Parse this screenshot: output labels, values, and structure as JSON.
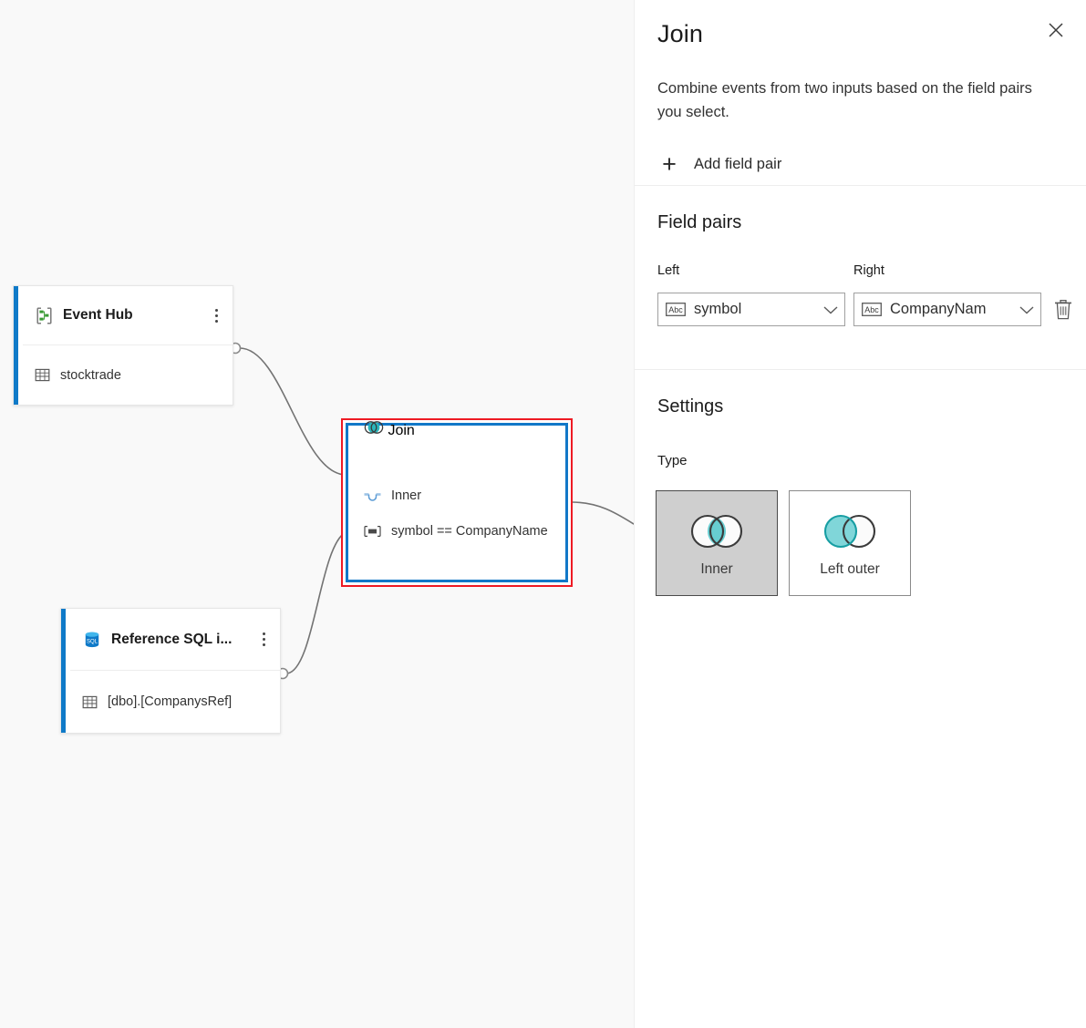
{
  "canvas": {
    "nodes": [
      {
        "id": "event-hub",
        "title": "Event Hub",
        "icon": "event-hub-icon",
        "row_icon": "table-icon",
        "row_text": "stocktrade"
      },
      {
        "id": "reference-sql",
        "title": "Reference SQL i...",
        "icon": "sql-database-icon",
        "row_icon": "table-icon",
        "row_text": "[dbo].[CompanysRef]"
      },
      {
        "id": "join",
        "title": "Join",
        "icon": "join-venn-icon",
        "rows": [
          {
            "icon": "join-type-icon",
            "text": "Inner"
          },
          {
            "icon": "condition-icon",
            "text": "symbol == CompanyName"
          }
        ],
        "selected": true
      }
    ],
    "colors": {
      "canvas_background": "#f9f9f9",
      "node_accent": "#0f7ac8",
      "selection_outer": "#ee1b24",
      "selection_inner": "#1278c8",
      "wire": "#737373",
      "port_stroke": "#8a8a8a"
    }
  },
  "panel": {
    "title": "Join",
    "close_label": "✕",
    "description": "Combine events from two inputs based on the field pairs you select.",
    "add_field_pair": {
      "plus": "+",
      "label": "Add field pair"
    },
    "field_pairs": {
      "section_title": "Field pairs",
      "left_label": "Left",
      "right_label": "Right",
      "rows": [
        {
          "left_value": "symbol",
          "left_type_icon": "abc-icon",
          "right_value": "CompanyNam",
          "right_type_icon": "abc-icon",
          "delete_icon": "trash-icon"
        }
      ]
    },
    "settings": {
      "section_title": "Settings",
      "type_label": "Type",
      "options": [
        {
          "label": "Inner",
          "icon": "venn-inner-icon",
          "selected": true
        },
        {
          "label": "Left outer",
          "icon": "venn-left-outer-icon",
          "selected": false
        }
      ]
    },
    "colors": {
      "accent_teal": "#4fc4c8",
      "panel_background": "#ffffff",
      "selected_card": "#cfcfcf"
    }
  }
}
